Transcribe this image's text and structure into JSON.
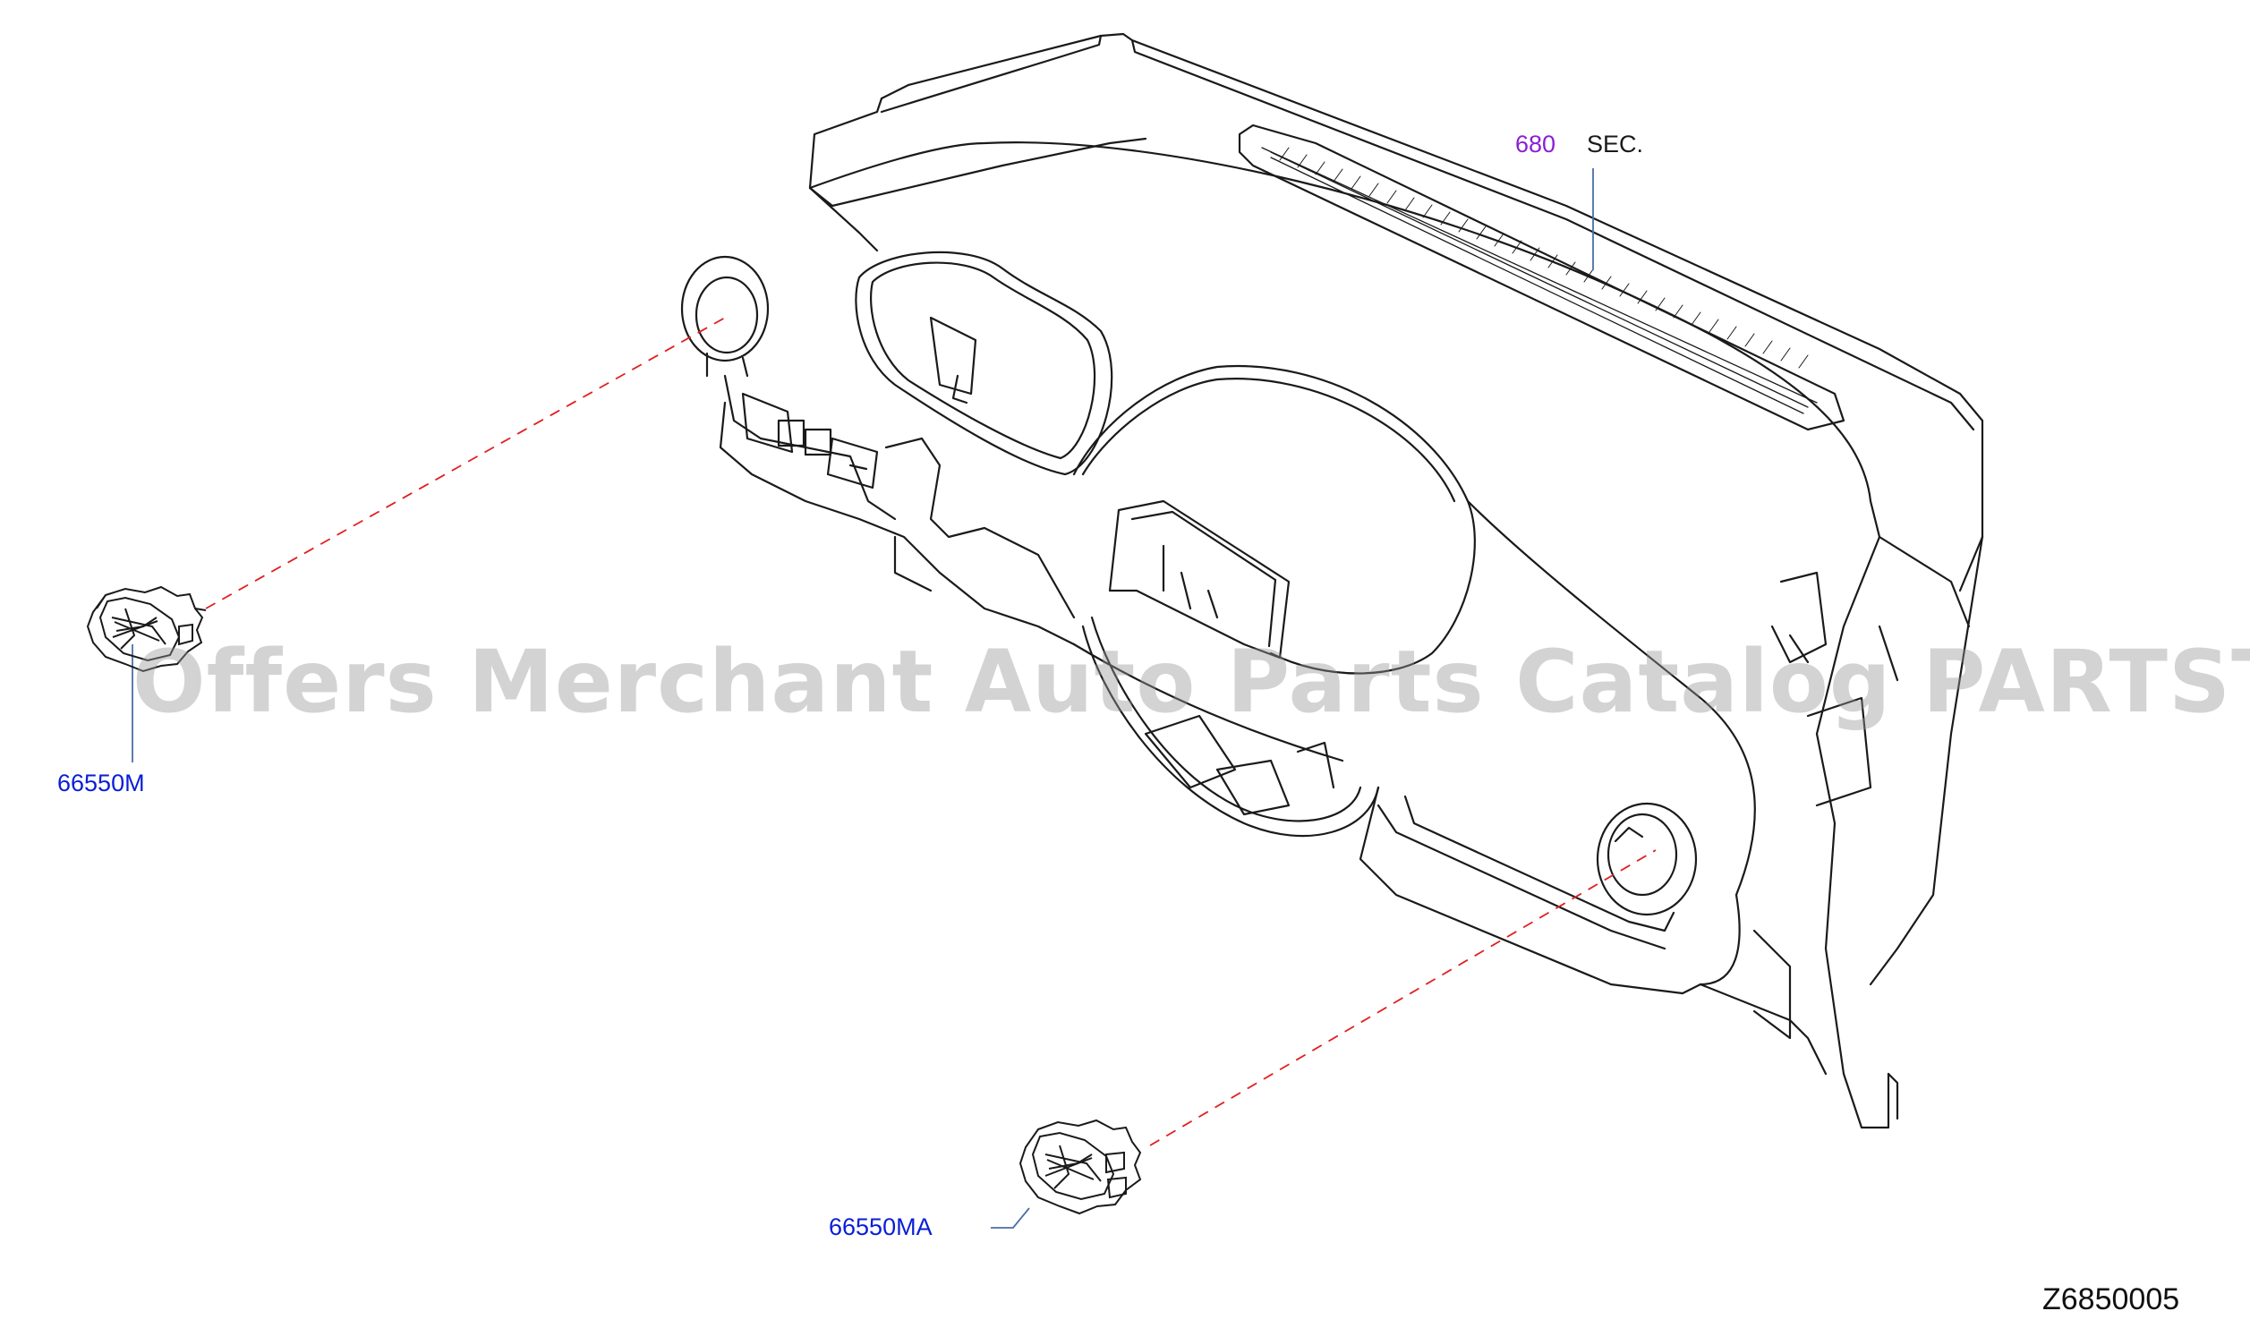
{
  "labels": {
    "sec_number": "680",
    "sec_text": "SEC.",
    "part_left": "66550M",
    "part_bottom": "66550MA",
    "diagram_id": "Z6850005"
  },
  "watermark": "Offers Merchant Auto Parts Catalog PARTSTORE.SA",
  "colors": {
    "line": "#1a1a1a",
    "callout": "#0a1ed6",
    "section": "#8a1fd6",
    "leader": "#4a6fa5",
    "dashed": "#e02020"
  },
  "icons": {
    "dashboard": "instrument-panel-drawing",
    "vent": "air-vent-grille-drawing"
  }
}
